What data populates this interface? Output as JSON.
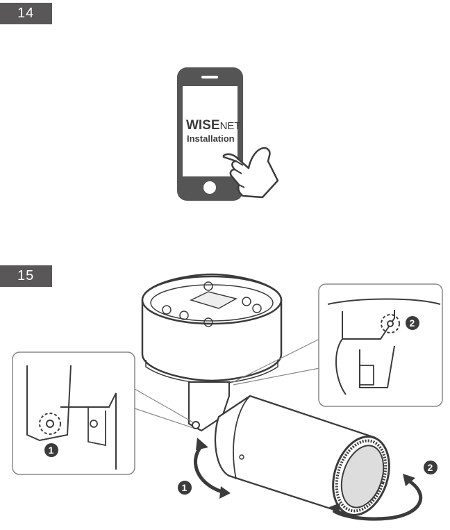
{
  "steps": [
    {
      "number": "14"
    },
    {
      "number": "15"
    }
  ],
  "phone": {
    "brand_wise": "WISE",
    "brand_net": "NET",
    "label": "Installation"
  },
  "callouts": {
    "left_marker": "1",
    "right_marker": "2",
    "rotate_tilt_marker": "1",
    "rotate_lens_marker": "2"
  },
  "colors": {
    "badge": "#595757",
    "ink": "#3b3b3b",
    "screen": "#ffffff"
  }
}
